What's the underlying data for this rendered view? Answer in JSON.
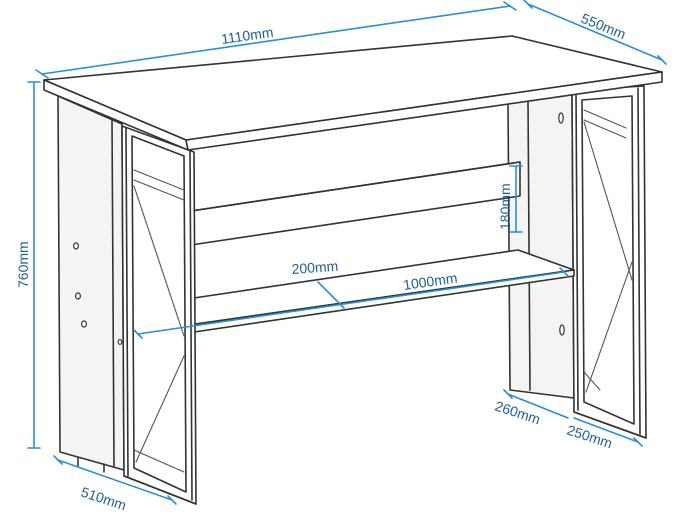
{
  "dimensions": {
    "width": "1110mm",
    "depth_top": "550mm",
    "height": "760mm",
    "back_panel_height": "180mm",
    "shelf_depth": "200mm",
    "shelf_width": "1000mm",
    "left_depth": "510mm",
    "right_panel_depth": "260mm",
    "right_frame_depth": "250mm"
  },
  "colors": {
    "dimension_line": "#2a8fd6",
    "dimension_text": "#1f5f96",
    "outline": "#333333"
  }
}
